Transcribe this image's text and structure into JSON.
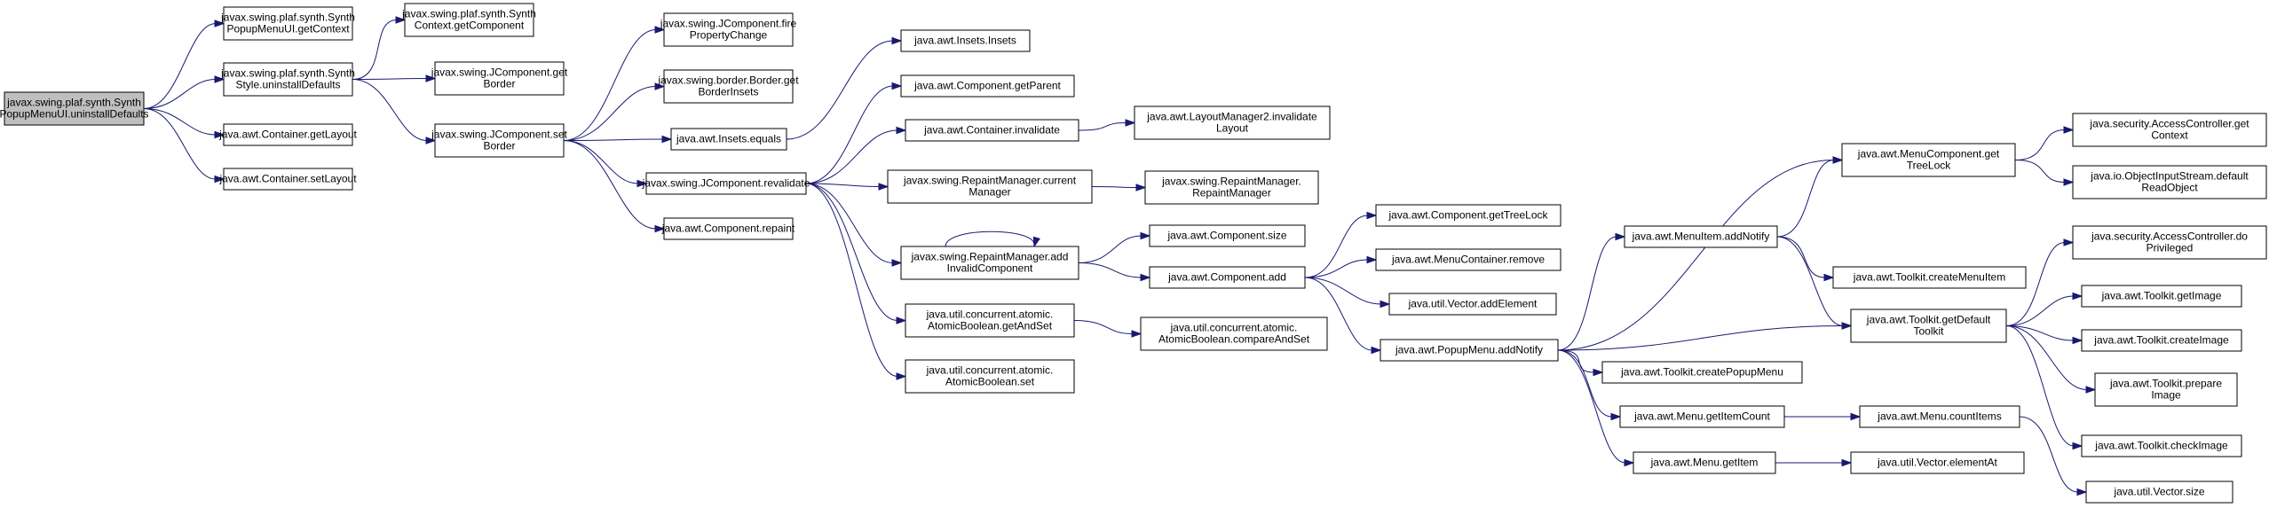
{
  "colors": {
    "edge": "#191970",
    "root_fill": "#bfbfbf",
    "node_fill": "#ffffff",
    "node_stroke": "#000000"
  },
  "nodes": [
    {
      "id": "root",
      "lines": [
        "javax.swing.plaf.synth.Synth",
        "PopupMenuUI.uninstallDefaults"
      ],
      "root": true
    },
    {
      "id": "getContext",
      "lines": [
        "javax.swing.plaf.synth.Synth",
        "PopupMenuUI.getContext"
      ]
    },
    {
      "id": "styleUninstall",
      "lines": [
        "javax.swing.plaf.synth.Synth",
        "Style.uninstallDefaults"
      ]
    },
    {
      "id": "getLayout",
      "lines": [
        "java.awt.Container.getLayout"
      ]
    },
    {
      "id": "setLayout",
      "lines": [
        "java.awt.Container.setLayout"
      ]
    },
    {
      "id": "getComponent",
      "lines": [
        "javax.swing.plaf.synth.Synth",
        "Context.getComponent"
      ]
    },
    {
      "id": "getBorder",
      "lines": [
        "javax.swing.JComponent.get",
        "Border"
      ]
    },
    {
      "id": "setBorder",
      "lines": [
        "javax.swing.JComponent.set",
        "Border"
      ]
    },
    {
      "id": "firePropChange",
      "lines": [
        "javax.swing.JComponent.fire",
        "PropertyChange"
      ]
    },
    {
      "id": "borderInsets",
      "lines": [
        "javax.swing.border.Border.get",
        "BorderInsets"
      ]
    },
    {
      "id": "insetsEquals",
      "lines": [
        "java.awt.Insets.equals"
      ]
    },
    {
      "id": "revalidate",
      "lines": [
        "javax.swing.JComponent.revalidate"
      ]
    },
    {
      "id": "repaint",
      "lines": [
        "java.awt.Component.repaint"
      ]
    },
    {
      "id": "insetsInsets",
      "lines": [
        "java.awt.Insets.Insets"
      ]
    },
    {
      "id": "getParent",
      "lines": [
        "java.awt.Component.getParent"
      ]
    },
    {
      "id": "contInvalidate",
      "lines": [
        "java.awt.Container.invalidate"
      ]
    },
    {
      "id": "currentManager",
      "lines": [
        "javax.swing.RepaintManager.current",
        "Manager"
      ]
    },
    {
      "id": "addInvalid",
      "lines": [
        "javax.swing.RepaintManager.add",
        "InvalidComponent"
      ]
    },
    {
      "id": "getAndSet",
      "lines": [
        "java.util.concurrent.atomic.",
        "AtomicBoolean.getAndSet"
      ]
    },
    {
      "id": "abSet",
      "lines": [
        "java.util.concurrent.atomic.",
        "AtomicBoolean.set"
      ]
    },
    {
      "id": "lm2Invalidate",
      "lines": [
        "java.awt.LayoutManager2.invalidate",
        "Layout"
      ]
    },
    {
      "id": "rmCtor",
      "lines": [
        "javax.swing.RepaintManager.",
        "RepaintManager"
      ]
    },
    {
      "id": "compSize",
      "lines": [
        "java.awt.Component.size"
      ]
    },
    {
      "id": "compAdd",
      "lines": [
        "java.awt.Component.add"
      ]
    },
    {
      "id": "compareAndSet",
      "lines": [
        "java.util.concurrent.atomic.",
        "AtomicBoolean.compareAndSet"
      ]
    },
    {
      "id": "getTreeLock",
      "lines": [
        "java.awt.Component.getTreeLock"
      ]
    },
    {
      "id": "mcRemove",
      "lines": [
        "java.awt.MenuContainer.remove"
      ]
    },
    {
      "id": "addElement",
      "lines": [
        "java.util.Vector.addElement"
      ]
    },
    {
      "id": "pmAddNotify",
      "lines": [
        "java.awt.PopupMenu.addNotify"
      ]
    },
    {
      "id": "miAddNotify",
      "lines": [
        "java.awt.MenuItem.addNotify"
      ]
    },
    {
      "id": "createPopupMenu",
      "lines": [
        "java.awt.Toolkit.createPopupMenu"
      ]
    },
    {
      "id": "getItemCount",
      "lines": [
        "java.awt.Menu.getItemCount"
      ]
    },
    {
      "id": "getItem",
      "lines": [
        "java.awt.Menu.getItem"
      ]
    },
    {
      "id": "mcTreeLock",
      "lines": [
        "java.awt.MenuComponent.get",
        "TreeLock"
      ]
    },
    {
      "id": "createMenuItem",
      "lines": [
        "java.awt.Toolkit.createMenuItem"
      ]
    },
    {
      "id": "getDefaultToolkit",
      "lines": [
        "java.awt.Toolkit.getDefault",
        "Toolkit"
      ]
    },
    {
      "id": "countItems",
      "lines": [
        "java.awt.Menu.countItems"
      ]
    },
    {
      "id": "elementAt",
      "lines": [
        "java.util.Vector.elementAt"
      ]
    },
    {
      "id": "acGetContext",
      "lines": [
        "java.security.AccessController.get",
        "Context"
      ]
    },
    {
      "id": "defaultReadObject",
      "lines": [
        "java.io.ObjectInputStream.default",
        "ReadObject"
      ]
    },
    {
      "id": "doPrivileged",
      "lines": [
        "java.security.AccessController.do",
        "Privileged"
      ]
    },
    {
      "id": "getImage",
      "lines": [
        "java.awt.Toolkit.getImage"
      ]
    },
    {
      "id": "createImage",
      "lines": [
        "java.awt.Toolkit.createImage"
      ]
    },
    {
      "id": "prepareImage",
      "lines": [
        "java.awt.Toolkit.prepare",
        "Image"
      ]
    },
    {
      "id": "checkImage",
      "lines": [
        "java.awt.Toolkit.checkImage"
      ]
    },
    {
      "id": "vectorSize",
      "lines": [
        "java.util.Vector.size"
      ]
    }
  ],
  "edges": [
    [
      "root",
      "getContext"
    ],
    [
      "root",
      "styleUninstall"
    ],
    [
      "root",
      "getLayout"
    ],
    [
      "root",
      "setLayout"
    ],
    [
      "styleUninstall",
      "getComponent"
    ],
    [
      "styleUninstall",
      "getBorder"
    ],
    [
      "styleUninstall",
      "setBorder"
    ],
    [
      "setBorder",
      "firePropChange"
    ],
    [
      "setBorder",
      "borderInsets"
    ],
    [
      "setBorder",
      "insetsEquals"
    ],
    [
      "setBorder",
      "revalidate"
    ],
    [
      "setBorder",
      "repaint"
    ],
    [
      "insetsEquals",
      "insetsInsets"
    ],
    [
      "revalidate",
      "getParent"
    ],
    [
      "revalidate",
      "contInvalidate"
    ],
    [
      "revalidate",
      "currentManager"
    ],
    [
      "revalidate",
      "addInvalid"
    ],
    [
      "revalidate",
      "getAndSet"
    ],
    [
      "revalidate",
      "abSet"
    ],
    [
      "contInvalidate",
      "lm2Invalidate"
    ],
    [
      "currentManager",
      "rmCtor"
    ],
    [
      "addInvalid",
      "addInvalid"
    ],
    [
      "addInvalid",
      "compSize"
    ],
    [
      "addInvalid",
      "compAdd"
    ],
    [
      "getAndSet",
      "compareAndSet"
    ],
    [
      "compAdd",
      "getTreeLock"
    ],
    [
      "compAdd",
      "mcRemove"
    ],
    [
      "compAdd",
      "addElement"
    ],
    [
      "compAdd",
      "pmAddNotify"
    ],
    [
      "pmAddNotify",
      "mcTreeLock"
    ],
    [
      "pmAddNotify",
      "miAddNotify"
    ],
    [
      "pmAddNotify",
      "getDefaultToolkit"
    ],
    [
      "pmAddNotify",
      "createPopupMenu"
    ],
    [
      "pmAddNotify",
      "getItemCount"
    ],
    [
      "pmAddNotify",
      "getItem"
    ],
    [
      "miAddNotify",
      "mcTreeLock"
    ],
    [
      "miAddNotify",
      "createMenuItem"
    ],
    [
      "miAddNotify",
      "getDefaultToolkit"
    ],
    [
      "getItemCount",
      "countItems"
    ],
    [
      "getItem",
      "elementAt"
    ],
    [
      "countItems",
      "vectorSize"
    ],
    [
      "mcTreeLock",
      "acGetContext"
    ],
    [
      "mcTreeLock",
      "defaultReadObject"
    ],
    [
      "getDefaultToolkit",
      "doPrivileged"
    ],
    [
      "getDefaultToolkit",
      "getImage"
    ],
    [
      "getDefaultToolkit",
      "createImage"
    ],
    [
      "getDefaultToolkit",
      "prepareImage"
    ],
    [
      "getDefaultToolkit",
      "checkImage"
    ]
  ]
}
